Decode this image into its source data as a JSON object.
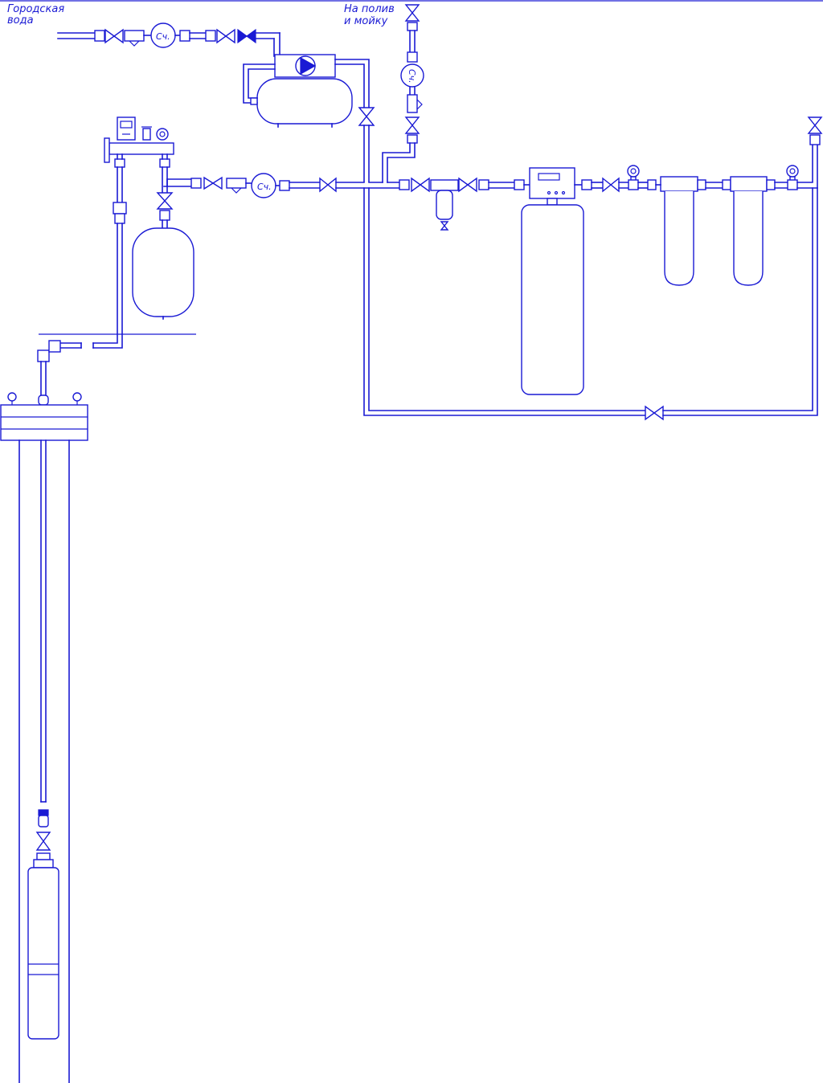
{
  "colors": {
    "line": "#1a1ad4",
    "background": "#ffffff"
  },
  "labels": {
    "city_water_line1": "Городская",
    "city_water_line2": "вода",
    "irrigation_line1": "На полив",
    "irrigation_line2": "и мойку",
    "meter": "Сч."
  },
  "icons": {
    "gate_valve": "bowtie-valve-icon",
    "check_valve": "filled-bowtie-check-valve-icon",
    "water_meter": "circle-meter-icon",
    "pressure_gauge": "gauge-icon",
    "pump": "circle-triangle-pump-icon"
  }
}
